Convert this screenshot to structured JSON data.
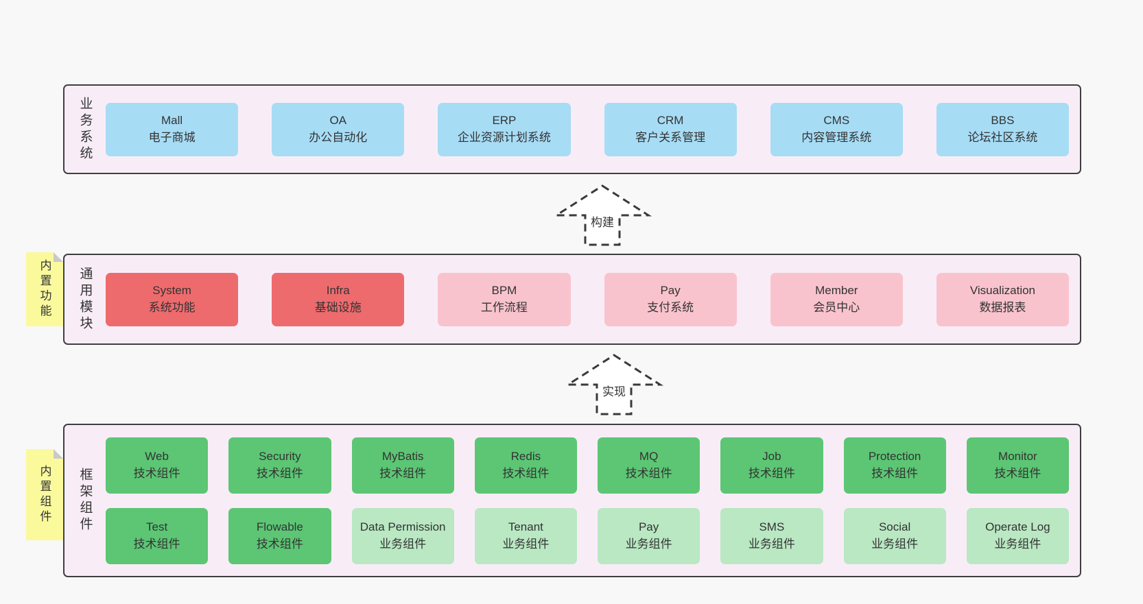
{
  "colors": {
    "page_bg": "#f8f8f8",
    "band_bg": "#f8edf7",
    "band_border": "#3f3f3f",
    "blue": "#a7dcf5",
    "red": "#ee6b6d",
    "pink": "#f9c3cd",
    "green": "#5cc674",
    "light_green": "#b9e8c3",
    "sticky_yellow": "#fafa9d",
    "sticky_fold": "#c9c9c9",
    "text": "#333333"
  },
  "bands": [
    {
      "label": "业务系统",
      "boxes": [
        {
          "name": "Mall",
          "desc": "电子商城",
          "type": "blue"
        },
        {
          "name": "OA",
          "desc": "办公自动化",
          "type": "blue"
        },
        {
          "name": "ERP",
          "desc": "企业资源计划系统",
          "type": "blue"
        },
        {
          "name": "CRM",
          "desc": "客户关系管理",
          "type": "blue"
        },
        {
          "name": "CMS",
          "desc": "内容管理系统",
          "type": "blue"
        },
        {
          "name": "BBS",
          "desc": "论坛社区系统",
          "type": "blue"
        }
      ]
    },
    {
      "label": "通用模块",
      "sticky": "内置功能",
      "boxes": [
        {
          "name": "System",
          "desc": "系统功能",
          "type": "red"
        },
        {
          "name": "Infra",
          "desc": "基础设施",
          "type": "red"
        },
        {
          "name": "BPM",
          "desc": "工作流程",
          "type": "pink"
        },
        {
          "name": "Pay",
          "desc": "支付系统",
          "type": "pink"
        },
        {
          "name": "Member",
          "desc": "会员中心",
          "type": "pink"
        },
        {
          "name": "Visualization",
          "desc": "数据报表",
          "type": "pink"
        }
      ]
    },
    {
      "label": "框架组件",
      "sticky": "内置组件",
      "rows": [
        [
          {
            "name": "Web",
            "desc": "技术组件",
            "type": "green"
          },
          {
            "name": "Security",
            "desc": "技术组件",
            "type": "green"
          },
          {
            "name": "MyBatis",
            "desc": "技术组件",
            "type": "green"
          },
          {
            "name": "Redis",
            "desc": "技术组件",
            "type": "green"
          },
          {
            "name": "MQ",
            "desc": "技术组件",
            "type": "green"
          },
          {
            "name": "Job",
            "desc": "技术组件",
            "type": "green"
          },
          {
            "name": "Protection",
            "desc": "技术组件",
            "type": "green"
          },
          {
            "name": "Monitor",
            "desc": "技术组件",
            "type": "green"
          }
        ],
        [
          {
            "name": "Test",
            "desc": "技术组件",
            "type": "green"
          },
          {
            "name": "Flowable",
            "desc": "技术组件",
            "type": "green"
          },
          {
            "name": "Data Permission",
            "desc": "业务组件",
            "type": "lightgreen"
          },
          {
            "name": "Tenant",
            "desc": "业务组件",
            "type": "lightgreen"
          },
          {
            "name": "Pay",
            "desc": "业务组件",
            "type": "lightgreen"
          },
          {
            "name": "SMS",
            "desc": "业务组件",
            "type": "lightgreen"
          },
          {
            "name": "Social",
            "desc": "业务组件",
            "type": "lightgreen"
          },
          {
            "name": "Operate Log",
            "desc": "业务组件",
            "type": "lightgreen"
          }
        ]
      ]
    }
  ],
  "arrows": [
    {
      "label": "构建"
    },
    {
      "label": "实现"
    }
  ]
}
